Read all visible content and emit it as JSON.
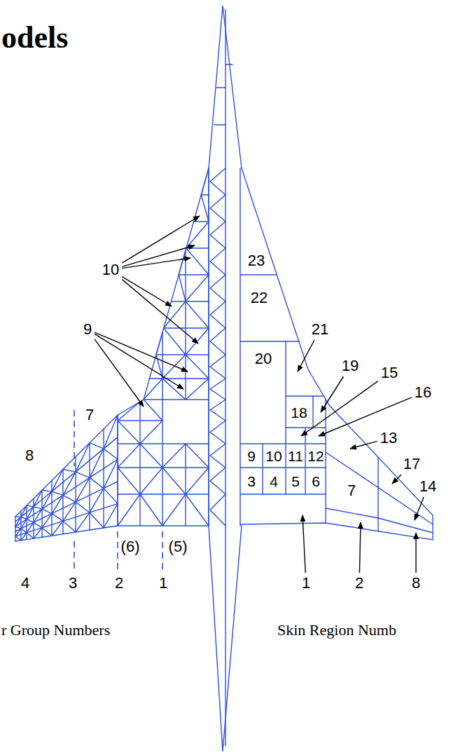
{
  "diagram": {
    "title": "odels",
    "labels": [
      "10",
      "9",
      "7",
      "8",
      "(6)",
      "(5)",
      "4",
      "3",
      "2",
      "1",
      "r Group Numbers",
      "23",
      "22",
      "21",
      "20",
      "19",
      "15",
      "16",
      "18",
      "13",
      "17",
      "9",
      "10",
      "11",
      "12",
      "14",
      "3",
      "4",
      "5",
      "6",
      "7",
      "1",
      "2",
      "8",
      "Skin Region Numb"
    ]
  }
}
